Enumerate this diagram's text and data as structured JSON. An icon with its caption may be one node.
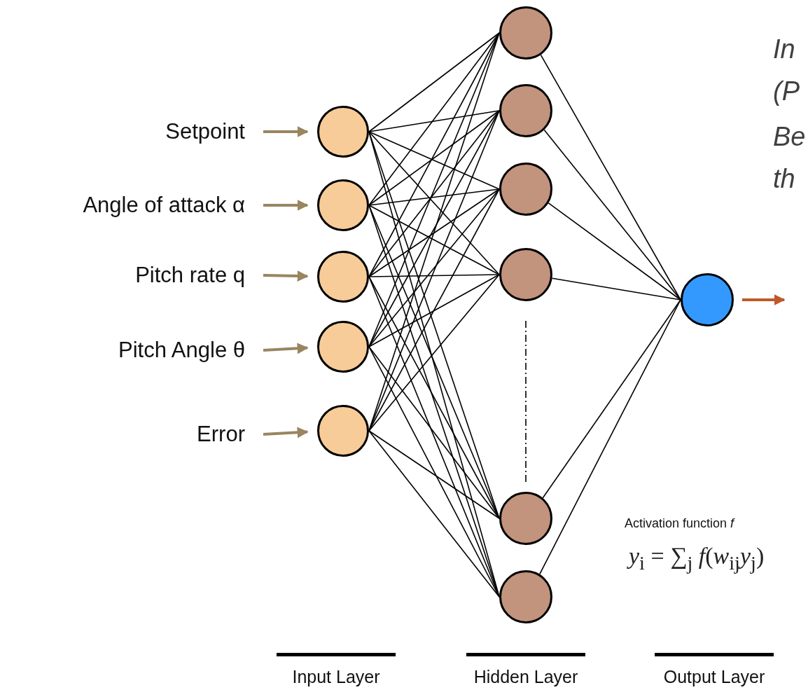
{
  "diagram": {
    "nodes": [
      {
        "text": [
          "Setpoint"
        ]
      },
      {
        "text": [
          "Angle of attack α"
        ]
      },
      {
        "text": [
          "Pitch rate q"
        ]
      },
      {
        "text": [
          "Pitch Angle θ"
        ]
      },
      {
        "text": [
          "Error"
        ]
      },
      {
        "text": [],
        "shape": "circle"
      },
      {
        "text": [],
        "shape": "circle"
      },
      {
        "text": [],
        "shape": "circle"
      },
      {
        "text": [],
        "shape": "circle"
      },
      {
        "text": [],
        "shape": "circle"
      },
      {
        "text": [],
        "shape": "circle"
      },
      {
        "text": [],
        "shape": "circle"
      },
      {
        "text": [],
        "shape": "circle"
      },
      {
        "text": [],
        "shape": "circle"
      },
      {
        "text": [],
        "shape": "circle"
      },
      {
        "text": [],
        "shape": "circle"
      },
      {
        "text": [],
        "shape": "circle"
      }
    ],
    "edges": [
      {
        "from": 0,
        "to": 5,
        "arrow": "to",
        "style": "thick",
        "color": "#9a8560"
      },
      {
        "from": 1,
        "to": 6,
        "arrow": "to",
        "style": "thick",
        "color": "#9a8560"
      },
      {
        "from": 2,
        "to": 7,
        "arrow": "to",
        "style": "thick",
        "color": "#9a8560"
      },
      {
        "from": 3,
        "to": 8,
        "arrow": "to",
        "style": "thick",
        "color": "#9a8560"
      },
      {
        "from": 4,
        "to": 9,
        "arrow": "to",
        "style": "thick",
        "color": "#9a8560"
      },
      {
        "from": 5,
        "to": 10,
        "arrow": "none"
      },
      {
        "from": 5,
        "to": 11,
        "arrow": "none"
      },
      {
        "from": 5,
        "to": 12,
        "arrow": "none"
      },
      {
        "from": 5,
        "to": 13,
        "arrow": "none"
      },
      {
        "from": 5,
        "to": 14,
        "arrow": "none"
      },
      {
        "from": 5,
        "to": 15,
        "arrow": "none"
      },
      {
        "from": 6,
        "to": 10,
        "arrow": "none"
      },
      {
        "from": 6,
        "to": 11,
        "arrow": "none"
      },
      {
        "from": 6,
        "to": 12,
        "arrow": "none"
      },
      {
        "from": 6,
        "to": 13,
        "arrow": "none"
      },
      {
        "from": 6,
        "to": 14,
        "arrow": "none"
      },
      {
        "from": 6,
        "to": 15,
        "arrow": "none"
      },
      {
        "from": 7,
        "to": 10,
        "arrow": "none"
      },
      {
        "from": 7,
        "to": 11,
        "arrow": "none"
      },
      {
        "from": 7,
        "to": 12,
        "arrow": "none"
      },
      {
        "from": 7,
        "to": 13,
        "arrow": "none"
      },
      {
        "from": 7,
        "to": 14,
        "arrow": "none"
      },
      {
        "from": 7,
        "to": 15,
        "arrow": "none"
      },
      {
        "from": 8,
        "to": 10,
        "arrow": "none"
      },
      {
        "from": 8,
        "to": 11,
        "arrow": "none"
      },
      {
        "from": 8,
        "to": 12,
        "arrow": "none"
      },
      {
        "from": 8,
        "to": 13,
        "arrow": "none"
      },
      {
        "from": 8,
        "to": 14,
        "arrow": "none"
      },
      {
        "from": 8,
        "to": 15,
        "arrow": "none"
      },
      {
        "from": 9,
        "to": 10,
        "arrow": "none"
      },
      {
        "from": 9,
        "to": 11,
        "arrow": "none"
      },
      {
        "from": 9,
        "to": 12,
        "arrow": "none"
      },
      {
        "from": 9,
        "to": 13,
        "arrow": "none"
      },
      {
        "from": 9,
        "to": 14,
        "arrow": "none"
      },
      {
        "from": 9,
        "to": 15,
        "arrow": "none"
      },
      {
        "from": 10,
        "to": 16,
        "arrow": "none"
      },
      {
        "from": 11,
        "to": 16,
        "arrow": "none"
      },
      {
        "from": 12,
        "to": 16,
        "arrow": "none"
      },
      {
        "from": 13,
        "to": 16,
        "arrow": "none"
      },
      {
        "from": 14,
        "to": 16,
        "arrow": "none"
      },
      {
        "from": 15,
        "to": 16,
        "arrow": "none"
      },
      {
        "from": 16,
        "to": null,
        "arrow": "to",
        "style": "thick",
        "color": "#c0582a"
      }
    ],
    "labels": [
      "In",
      "(P",
      "Be",
      "th",
      "Activation function *f*",
      "*y*$_{i}$ = ∑$_{j}$ *f*(*w*$_{ij}$*y*$_{j}$)",
      "Input Layer",
      "Hidden Layer",
      "Output Layer"
    ]
  }
}
